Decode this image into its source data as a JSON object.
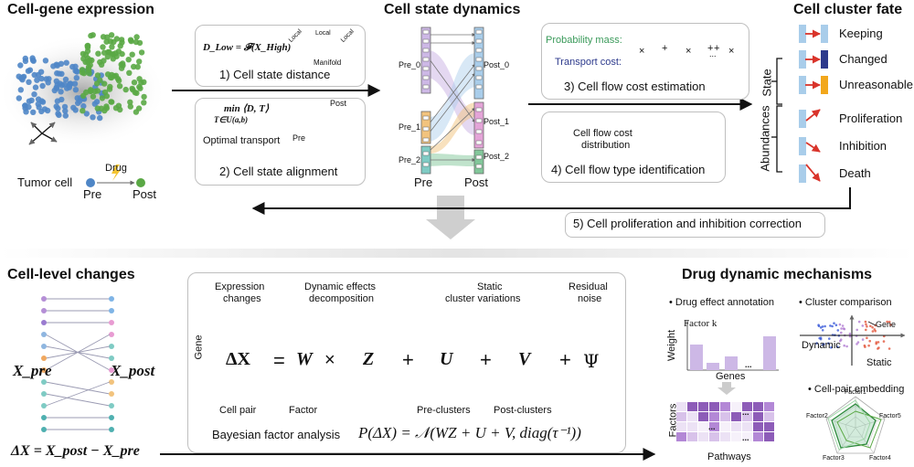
{
  "top": {
    "cell_gene": {
      "title": "Cell-gene expression",
      "tumor_cell": "Tumor cell",
      "drug": "Drug",
      "pre": "Pre",
      "post": "Post"
    },
    "dynamics": {
      "title": "Cell state dynamics",
      "step1_formula": "D_Low = 𝓕(X_High)",
      "local1": "Local",
      "local2": "Local",
      "local3": "Local",
      "manifold": "Manifold",
      "step1": "1) Cell state distance",
      "ot_formula_top": "min ⟨D, T⟩",
      "ot_formula_sub": "T∈U(a,b)",
      "ot_label": "Optimal transport",
      "ot_post": "Post",
      "ot_pre": "Pre",
      "step2": "2) Cell state alignment",
      "pre_labels": [
        "Pre_0",
        "Pre_1",
        "Pre_2"
      ],
      "post_labels": [
        "Post_0",
        "Post_1",
        "Post_2"
      ],
      "axis_pre": "Pre",
      "axis_post": "Post"
    },
    "flow": {
      "prob_mass": "Probability mass:",
      "transport_cost": "Transport cost:",
      "times": "×",
      "plus": "+",
      "ellipsis": "...",
      "step3": "3) Cell flow cost estimation",
      "cost_dist_l1": "Cell flow cost",
      "cost_dist_l2": "distribution",
      "step4": "4) Cell flow type identification"
    },
    "fate": {
      "title": "Cell cluster fate",
      "state": "State",
      "abundances": "Abundances",
      "items": [
        "Keeping",
        "Changed",
        "Unreasonable",
        "Proliferation",
        "Inhibition",
        "Death"
      ]
    },
    "correction": "5) Cell proliferation and inhibition correction"
  },
  "bottom": {
    "cell_level": {
      "title": "Cell-level changes",
      "x_pre": "X_pre",
      "x_post": "X_post",
      "delta_eq": "ΔX = X_post − X_pre"
    },
    "bfa": {
      "expr_changes_l1": "Expression",
      "expr_changes_l2": "changes",
      "dyn_l1": "Dynamic effects",
      "dyn_l2": "decomposition",
      "static_l1": "Static",
      "static_l2": "cluster variations",
      "resid_l1": "Residual",
      "resid_l2": "noise",
      "gene": "Gene",
      "delta_x": "ΔX",
      "eq": "=",
      "W": "W",
      "times": "×",
      "Z": "Z",
      "plus": "+",
      "U": "U",
      "V": "V",
      "psi": "Ψ",
      "cell_pair": "Cell pair",
      "factor": "Factor",
      "pre_clusters": "Pre-clusters",
      "post_clusters": "Post-clusters",
      "bfa_label": "Bayesian factor analysis",
      "bfa_formula": "P(ΔX) = 𝒩(WZ + U + V, diag(τ⁻¹))"
    },
    "mechanisms": {
      "title": "Drug dynamic mechanisms",
      "annotation": "• Drug effect annotation",
      "factor_k": "Factor k",
      "weight": "Weight",
      "genes": "Genes",
      "factors": "Factors",
      "pathways": "Pathways",
      "ellipsis": "...",
      "cluster_comp": "• Cluster comparison",
      "gene": "Gene",
      "dynamic": "Dynamic",
      "static": "Static",
      "embedding": "• Cell-pair embedding",
      "radar_labels": [
        "Factor1",
        "Factor5",
        "Factor4",
        "Factor3",
        "Factor2"
      ]
    }
  },
  "colors": {
    "pre_blue": "#4f86c6",
    "post_green": "#5aa845",
    "teal": "#7fcbc4",
    "purple": "#cdb8e6",
    "green_box": "#82c79a",
    "blue_box": "#a9cdea",
    "pink": "#e4a4d8",
    "orange": "#f2c37d",
    "red": "#d9342b",
    "navy": "#2d3a8c"
  }
}
